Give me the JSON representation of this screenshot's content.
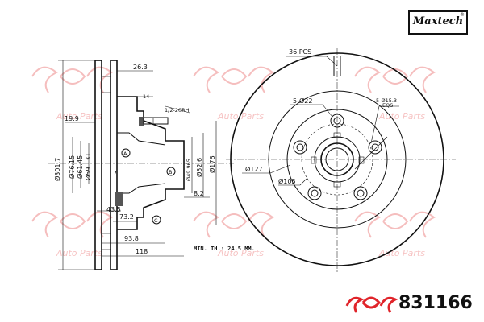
{
  "brand": {
    "logo_text": "Maxtech",
    "registered": "®"
  },
  "part_number": "831166",
  "min_thickness": "MIN. TH.: 24.5 MM.",
  "watermark_text": "Auto Parts",
  "side_view": {
    "dims": {
      "d263": "26.3",
      "d14": "14",
      "thread": "1/2-20RH",
      "d199": "19.9",
      "d3017": "Ø301.7",
      "d7615": "Ø76.15",
      "d6145": "Ø61.45",
      "d59131": "Ø59.131",
      "d7": "7",
      "d435": "43.5",
      "d732": "73.2",
      "d938": "93.8",
      "d118": "118",
      "d49965": "Ø49.965",
      "d526": "Ø52.6",
      "d176": "Ø176",
      "d82": "8.2",
      "lblA": "A",
      "lblB": "B",
      "lblC": "C"
    }
  },
  "front_view": {
    "dims": {
      "pcs": "36 PCS",
      "holes": "5-Ø22",
      "stud": "5-Ø15.3",
      "stud_sub": "EQS",
      "d127": "Ø127",
      "d105": "Ø105"
    }
  },
  "colors": {
    "line": "#111111",
    "watermark": "#f4b0b0",
    "accent": "#e0242a"
  }
}
